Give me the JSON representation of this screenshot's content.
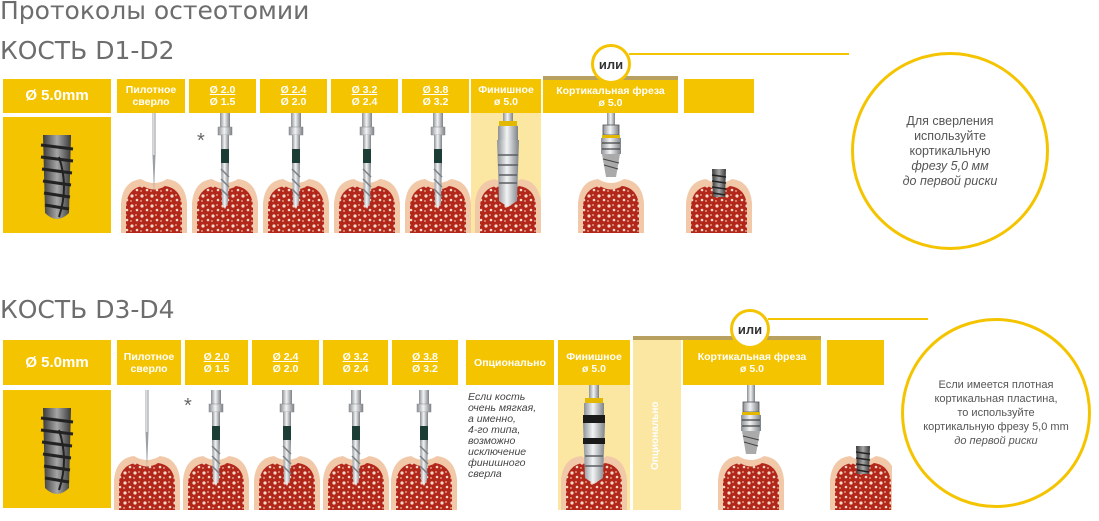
{
  "title": "Протоколы остеотомии",
  "section1": {
    "heading": "КОСТЬ D1-D2",
    "implant_label": "Ø 5.0mm",
    "steps": [
      {
        "l1": "Пилотное",
        "l2": "сверло"
      },
      {
        "l1": "Ø 2.0",
        "l2": "Ø 1.5"
      },
      {
        "l1": "Ø 2.4",
        "l2": "Ø 2.0"
      },
      {
        "l1": "Ø 3.2",
        "l2": "Ø 2.4"
      },
      {
        "l1": "Ø 3.8",
        "l2": "Ø 3.2"
      },
      {
        "l1": "Финишное",
        "l2": "ø 5.0"
      },
      {
        "l1": "Кортикальная фреза",
        "l2": "ø 5.0"
      }
    ],
    "or_label": "или",
    "asterisk": "*",
    "callout": [
      "Для сверления",
      "используйте",
      "кортикальную",
      "фрезу 5,0 мм",
      "до первой риски"
    ]
  },
  "section2": {
    "heading": "КОСТЬ D3-D4",
    "implant_label": "Ø 5.0mm",
    "steps": [
      {
        "l1": "Пилотное",
        "l2": "сверло"
      },
      {
        "l1": "Ø 2.0",
        "l2": "Ø 1.5"
      },
      {
        "l1": "Ø 2.4",
        "l2": "Ø 2.0"
      },
      {
        "l1": "Ø 3.2",
        "l2": "Ø 2.4"
      },
      {
        "l1": "Ø 3.8",
        "l2": "Ø 3.2"
      },
      {
        "l1": "Опционально",
        "l2": ""
      },
      {
        "l1": "Финишное",
        "l2": "ø 5.0"
      },
      {
        "l1": "Кортикальная фреза",
        "l2": "ø 5.0"
      }
    ],
    "or_label": "или",
    "asterisk": "*",
    "optional_vertical": "Опционально",
    "note": [
      "Если кость",
      "очень мягкая,",
      "а именно,",
      "4-го типа,",
      "возможно",
      "исключение",
      "финишного",
      "сверла"
    ],
    "callout": [
      "Если имеется плотная",
      "кортикальная пластина,",
      "то используйте",
      "кортикальную фрезу 5,0 mm",
      "до первой риски"
    ]
  },
  "colors": {
    "accent": "#f5c400",
    "gum": "#f2c9a8",
    "bone": "#b82a1e",
    "drill": "#c9cdd0"
  }
}
